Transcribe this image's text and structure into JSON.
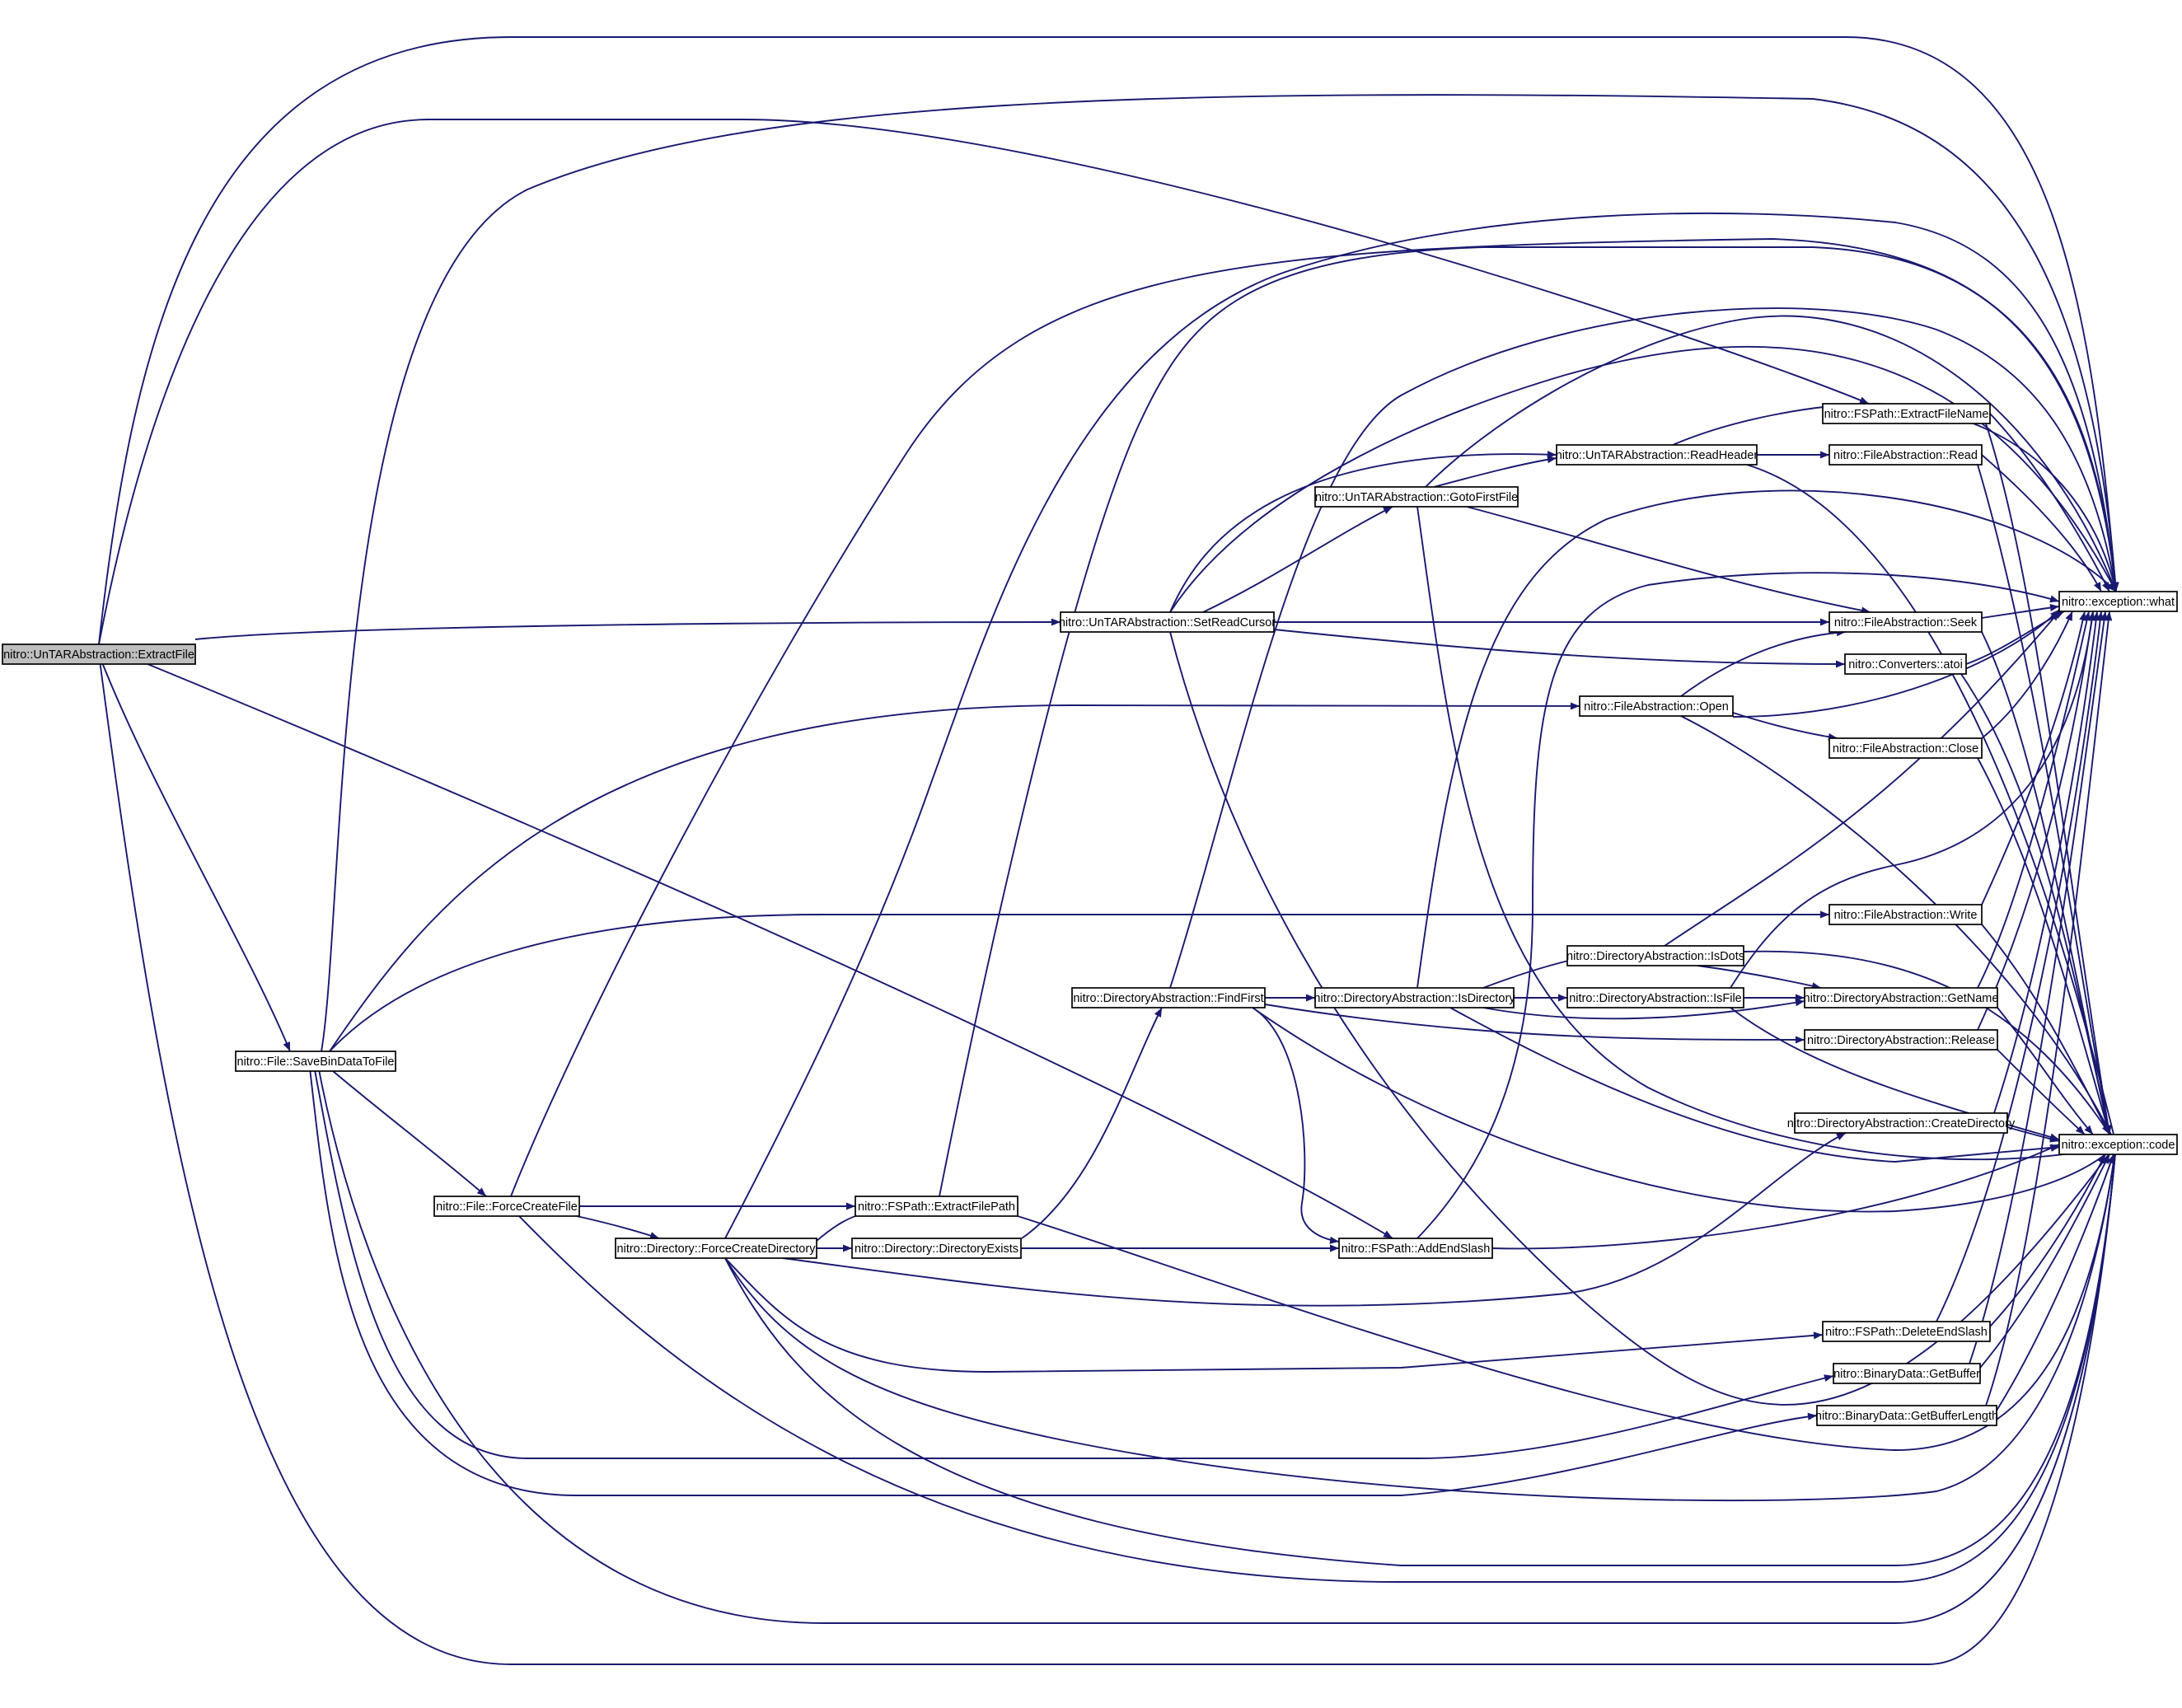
{
  "graph": {
    "nodes": [
      {
        "id": "extractfile",
        "label": "nitro::UnTARAbstraction::ExtractFile",
        "root": true
      },
      {
        "id": "savebin",
        "label": "nitro::File::SaveBinDataToFile"
      },
      {
        "id": "forcecreatefile",
        "label": "nitro::File::ForceCreateFile"
      },
      {
        "id": "forcecreatedir",
        "label": "nitro::Directory::ForceCreateDirectory"
      },
      {
        "id": "extractfilepath",
        "label": "nitro::FSPath::ExtractFilePath"
      },
      {
        "id": "direxists",
        "label": "nitro::Directory::DirectoryExists"
      },
      {
        "id": "findfirst",
        "label": "nitro::DirectoryAbstraction::FindFirst"
      },
      {
        "id": "setreadcursor",
        "label": "nitro::UnTARAbstraction::SetReadCursor"
      },
      {
        "id": "gotofirst",
        "label": "nitro::UnTARAbstraction::GotoFirstFile"
      },
      {
        "id": "isdirectory",
        "label": "nitro::DirectoryAbstraction::IsDirectory"
      },
      {
        "id": "addendslash",
        "label": "nitro::FSPath::AddEndSlash"
      },
      {
        "id": "readheader",
        "label": "nitro::UnTARAbstraction::ReadHeader"
      },
      {
        "id": "fopen",
        "label": "nitro::FileAbstraction::Open"
      },
      {
        "id": "isdots",
        "label": "nitro::DirectoryAbstraction::IsDots"
      },
      {
        "id": "isfile",
        "label": "nitro::DirectoryAbstraction::IsFile"
      },
      {
        "id": "extractfilename",
        "label": "nitro::FSPath::ExtractFileName"
      },
      {
        "id": "fread",
        "label": "nitro::FileAbstraction::Read"
      },
      {
        "id": "fseek",
        "label": "nitro::FileAbstraction::Seek"
      },
      {
        "id": "atoi",
        "label": "nitro::Converters::atoi"
      },
      {
        "id": "fclose",
        "label": "nitro::FileAbstraction::Close"
      },
      {
        "id": "fwrite",
        "label": "nitro::FileAbstraction::Write"
      },
      {
        "id": "getname",
        "label": "nitro::DirectoryAbstraction::GetName"
      },
      {
        "id": "release",
        "label": "nitro::DirectoryAbstraction::Release"
      },
      {
        "id": "createdir",
        "label": "nitro::DirectoryAbstraction::CreateDirectory"
      },
      {
        "id": "deleteendslash",
        "label": "nitro::FSPath::DeleteEndSlash"
      },
      {
        "id": "getbuffer",
        "label": "nitro::BinaryData::GetBuffer"
      },
      {
        "id": "getbufferlength",
        "label": "nitro::BinaryData::GetBufferLength"
      },
      {
        "id": "what",
        "label": "nitro::exception::what"
      },
      {
        "id": "code",
        "label": "nitro::exception::code"
      }
    ]
  }
}
